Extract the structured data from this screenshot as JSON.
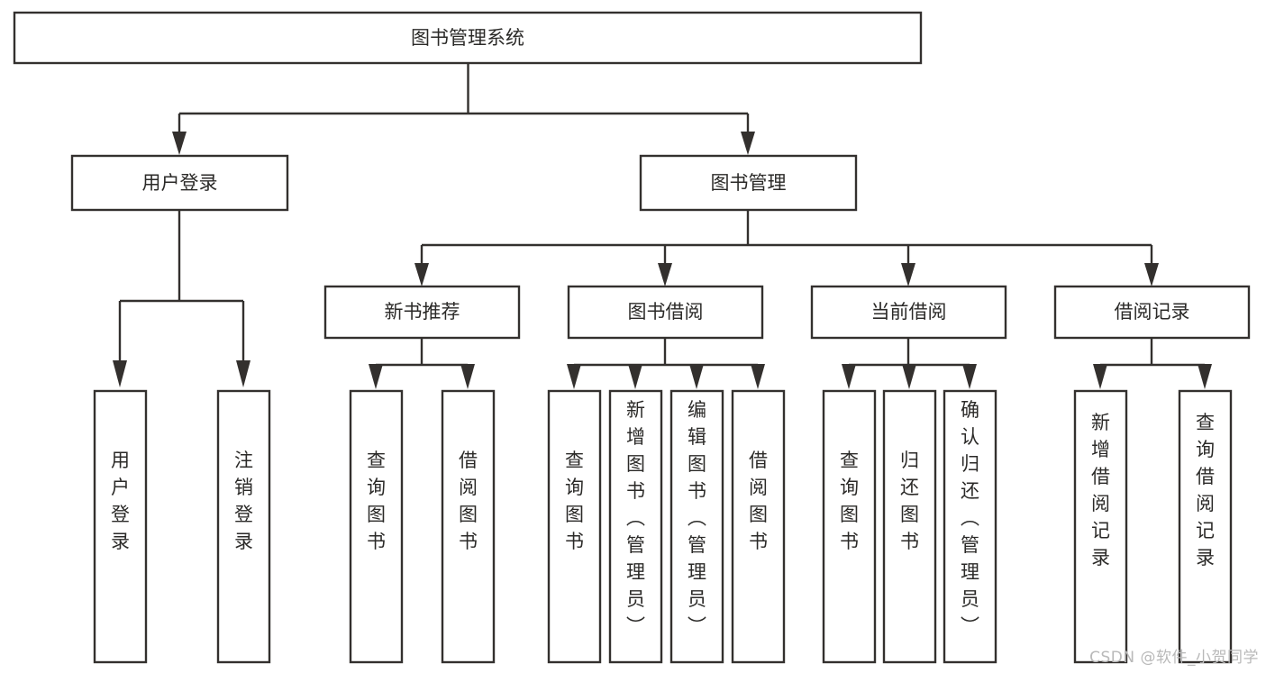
{
  "diagram": {
    "type": "tree-hierarchy",
    "title": "图书管理系统",
    "root": {
      "id": "root",
      "label": "图书管理系统",
      "orientation": "horizontal"
    },
    "level2": [
      {
        "id": "user-login",
        "label": "用户登录",
        "orientation": "horizontal"
      },
      {
        "id": "book-manage",
        "label": "图书管理",
        "orientation": "horizontal"
      }
    ],
    "level3": [
      {
        "id": "new-book-recommend",
        "label": "新书推荐",
        "orientation": "horizontal",
        "parent": "book-manage"
      },
      {
        "id": "book-borrow",
        "label": "图书借阅",
        "orientation": "horizontal",
        "parent": "book-manage"
      },
      {
        "id": "current-borrow",
        "label": "当前借阅",
        "orientation": "horizontal",
        "parent": "book-manage"
      },
      {
        "id": "borrow-record",
        "label": "借阅记录",
        "orientation": "horizontal",
        "parent": "book-manage"
      }
    ],
    "leaves": [
      {
        "id": "leaf-user-login",
        "label": "用户登录",
        "orientation": "vertical",
        "parent": "user-login"
      },
      {
        "id": "leaf-user-logout",
        "label": "注销登录",
        "orientation": "vertical",
        "parent": "user-login"
      },
      {
        "id": "leaf-query-book-1",
        "label": "查询图书",
        "orientation": "vertical",
        "parent": "new-book-recommend"
      },
      {
        "id": "leaf-borrow-book-1",
        "label": "借阅图书",
        "orientation": "vertical",
        "parent": "new-book-recommend"
      },
      {
        "id": "leaf-query-book-2",
        "label": "查询图书",
        "orientation": "vertical",
        "parent": "book-borrow"
      },
      {
        "id": "leaf-add-book",
        "label": "新增图书（管理员）",
        "orientation": "vertical",
        "parent": "book-borrow"
      },
      {
        "id": "leaf-edit-book",
        "label": "编辑图书（管理员）",
        "orientation": "vertical",
        "parent": "book-borrow"
      },
      {
        "id": "leaf-borrow-book-2",
        "label": "借阅图书",
        "orientation": "vertical",
        "parent": "book-borrow"
      },
      {
        "id": "leaf-query-book-3",
        "label": "查询图书",
        "orientation": "vertical",
        "parent": "current-borrow"
      },
      {
        "id": "leaf-return-book",
        "label": "归还图书",
        "orientation": "vertical",
        "parent": "current-borrow"
      },
      {
        "id": "leaf-confirm-return",
        "label": "确认归还（管理员）",
        "orientation": "vertical",
        "parent": "current-borrow"
      },
      {
        "id": "leaf-add-record",
        "label": "新增借阅记录",
        "orientation": "vertical",
        "parent": "borrow-record"
      },
      {
        "id": "leaf-query-record",
        "label": "查询借阅记录",
        "orientation": "vertical",
        "parent": "borrow-record"
      }
    ],
    "colors": {
      "box_stroke": "#33302e",
      "box_fill": "#ffffff",
      "text": "#2b2a28",
      "edge": "#33302e",
      "background": "#ffffff",
      "watermark": "#b9b9b9"
    }
  },
  "watermark": {
    "text": "CSDN @软件_小贺同学"
  }
}
